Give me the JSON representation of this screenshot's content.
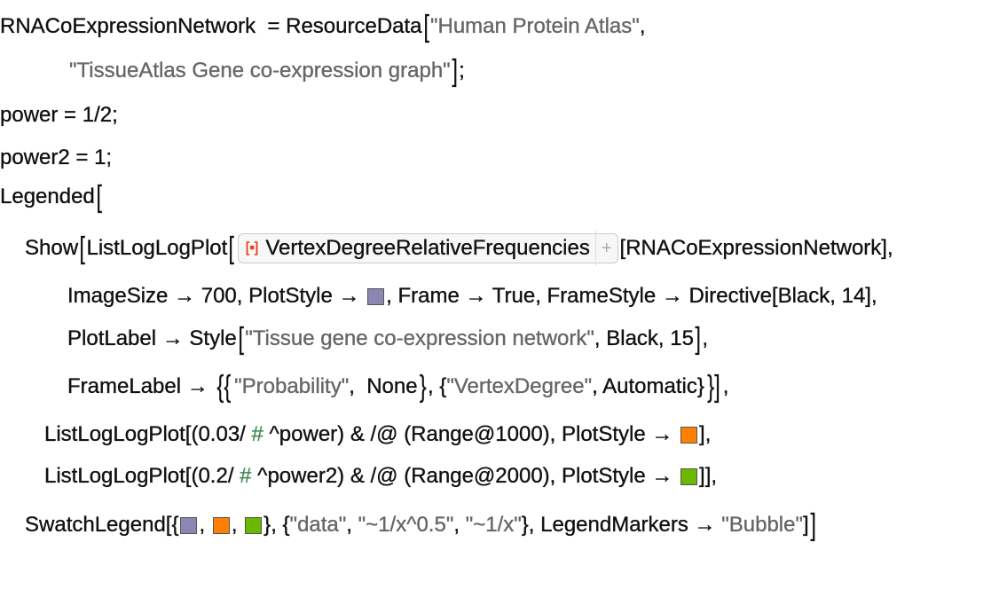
{
  "colors": {
    "purple": "#8a87b3",
    "orange": "#ff8000",
    "green": "#6ab800"
  },
  "lines": [
    {
      "indent": 0,
      "segs": [
        {
          "t": "code",
          "v": "RNACoExpressionNetwork  = ResourceData"
        },
        {
          "t": "big",
          "v": "["
        },
        {
          "t": "str",
          "v": "\"Human Protein Atlas\""
        },
        {
          "t": "code",
          "v": ","
        }
      ]
    },
    {
      "indent": 78,
      "segs": [
        {
          "t": "str",
          "v": "\"TissueAtlas Gene co-expression graph\""
        },
        {
          "t": "big",
          "v": "]"
        },
        {
          "t": "code",
          "v": ";"
        }
      ]
    },
    {
      "indent": 0,
      "segs": [
        {
          "t": "code",
          "v": "power = 1/2;"
        }
      ]
    },
    {
      "indent": 0,
      "segs": [
        {
          "t": "code",
          "v": "power2 = 1;"
        }
      ]
    },
    {
      "indent": 0,
      "segs": [
        {
          "t": "code",
          "v": "Legended"
        },
        {
          "t": "big",
          "v": "["
        }
      ]
    },
    {
      "indent": 28,
      "segs": [
        {
          "t": "code",
          "v": "Show"
        },
        {
          "t": "big",
          "v": "["
        },
        {
          "t": "code",
          "v": "ListLogLogPlot"
        },
        {
          "t": "big",
          "v": "["
        },
        {
          "t": "res",
          "v": "VertexDegreeRelativeFrequencies"
        },
        {
          "t": "code",
          "v": "[RNACoExpressionNetwork],"
        }
      ]
    },
    {
      "indent": 76,
      "segs": [
        {
          "t": "code",
          "v": "ImageSize → 700, PlotStyle → "
        },
        {
          "t": "swatch",
          "v": "#8a87b3"
        },
        {
          "t": "code",
          "v": ", Frame → True, FrameStyle → Directive[Black, 14],"
        }
      ]
    },
    {
      "indent": 76,
      "segs": [
        {
          "t": "code",
          "v": "PlotLabel → Style"
        },
        {
          "t": "big",
          "v": "["
        },
        {
          "t": "str",
          "v": "\"Tissue gene co-expression network\""
        },
        {
          "t": "code",
          "v": ", Black, 15"
        },
        {
          "t": "big",
          "v": "]"
        },
        {
          "t": "code",
          "v": ","
        }
      ]
    },
    {
      "indent": 76,
      "segs": [
        {
          "t": "code",
          "v": "FrameLabel → "
        },
        {
          "t": "big",
          "v": "{{"
        },
        {
          "t": "str",
          "v": "\"Probability\""
        },
        {
          "t": "code",
          "v": ",  None"
        },
        {
          "t": "big",
          "v": "}"
        },
        {
          "t": "code",
          "v": ", {"
        },
        {
          "t": "str",
          "v": "\"VertexDegree\""
        },
        {
          "t": "code",
          "v": ", Automatic}"
        },
        {
          "t": "big",
          "v": "}]"
        },
        {
          "t": "code",
          "v": ","
        }
      ]
    },
    {
      "indent": 50,
      "segs": [
        {
          "t": "code",
          "v": "ListLogLogPlot[(0.03/ "
        },
        {
          "t": "hash",
          "v": "#"
        },
        {
          "t": "code",
          "v": " ^power) & /@ (Range@1000), PlotStyle → "
        },
        {
          "t": "swatch",
          "v": "#ff8000"
        },
        {
          "t": "code",
          "v": "],"
        }
      ]
    },
    {
      "indent": 50,
      "segs": [
        {
          "t": "code",
          "v": "ListLogLogPlot[(0.2/ "
        },
        {
          "t": "hash",
          "v": "#"
        },
        {
          "t": "code",
          "v": " ^power2) & /@ (Range@2000), PlotStyle → "
        },
        {
          "t": "swatch",
          "v": "#6ab800"
        },
        {
          "t": "code",
          "v": "]],"
        }
      ]
    },
    {
      "indent": 28,
      "segs": [
        {
          "t": "code",
          "v": "SwatchLegend[{"
        },
        {
          "t": "swatch",
          "v": "#8a87b3"
        },
        {
          "t": "code",
          "v": ", "
        },
        {
          "t": "swatch",
          "v": "#ff8000"
        },
        {
          "t": "code",
          "v": ", "
        },
        {
          "t": "swatch",
          "v": "#6ab800"
        },
        {
          "t": "code",
          "v": "}, {"
        },
        {
          "t": "str",
          "v": "\"data\""
        },
        {
          "t": "code",
          "v": ", "
        },
        {
          "t": "str",
          "v": "\"~1/x^0.5\""
        },
        {
          "t": "code",
          "v": ", "
        },
        {
          "t": "str",
          "v": "\"~1/x\""
        },
        {
          "t": "code",
          "v": "}, LegendMarkers → "
        },
        {
          "t": "str",
          "v": "\"Bubble\""
        },
        {
          "t": "code",
          "v": "]"
        },
        {
          "t": "big",
          "v": "]"
        }
      ]
    }
  ]
}
